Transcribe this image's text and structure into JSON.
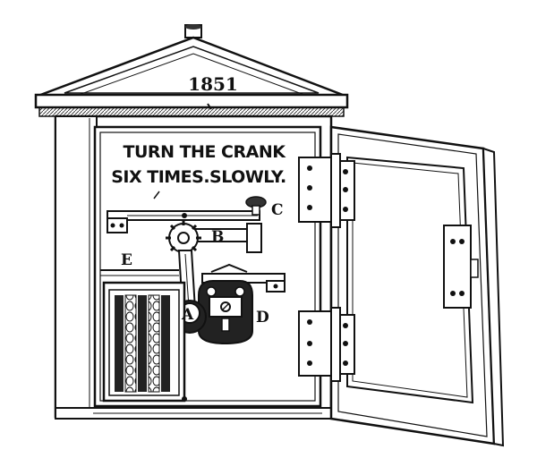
{
  "roof": {
    "year": "1851"
  },
  "panel": {
    "line1": "TURN THE CRANK",
    "line2": "SIX TIMES.SLOWLY."
  },
  "labels": {
    "a": "A",
    "b": "B",
    "c": "C",
    "d": "D",
    "e": "E"
  }
}
